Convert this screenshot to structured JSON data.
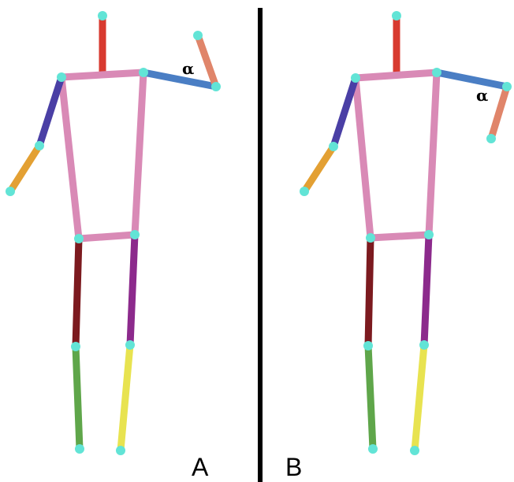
{
  "colors": {
    "background": "#ffffff",
    "divider": "#000000",
    "joint": "#62e4d6",
    "head": "#d83a2f",
    "torso": "#d98ab6",
    "right_shoulder_to_elbow": "#4a7ec4",
    "right_elbow_to_wrist": "#e0856a",
    "left_upper_arm": "#4a3fa5",
    "left_forearm": "#e3a033",
    "left_thigh": "#7c1a1f",
    "left_shin": "#5fa64a",
    "right_thigh": "#8c2a8c",
    "right_shin": "#e8e350"
  },
  "panels": [
    {
      "id": "A",
      "label": "A",
      "angle_symbol": "α",
      "pose": "forearm-raised"
    },
    {
      "id": "B",
      "label": "B",
      "angle_symbol": "α",
      "pose": "forearm-lowered"
    }
  ]
}
